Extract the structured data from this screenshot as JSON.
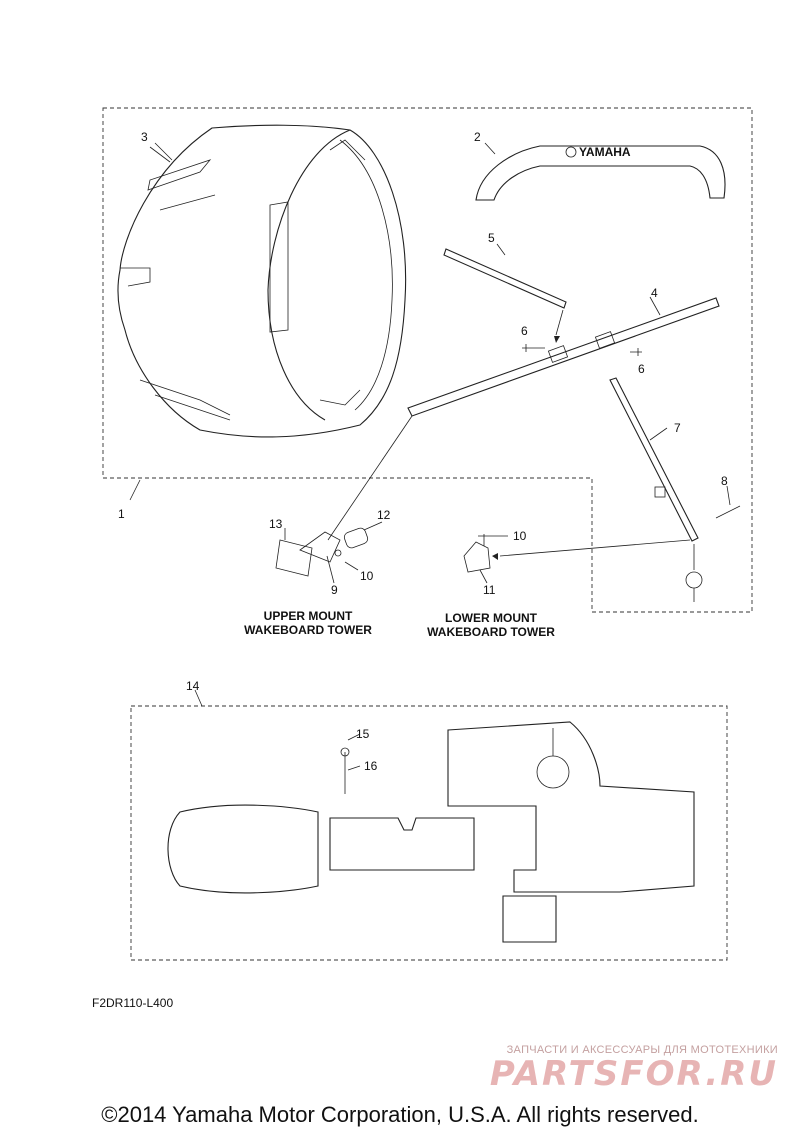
{
  "diagram": {
    "callouts": [
      "1",
      "2",
      "3",
      "4",
      "5",
      "6",
      "6",
      "7",
      "8",
      "9",
      "10",
      "10",
      "11",
      "12",
      "13",
      "14",
      "15",
      "16"
    ],
    "captions": {
      "upper_mount": [
        "UPPER  MOUNT",
        "WAKEBOARD TOWER"
      ],
      "lower_mount": [
        "LOWER  MOUNT",
        "WAKEBOARD TOWER"
      ]
    },
    "brand_on_part": "YAMAHA"
  },
  "figure_code": "F2DR110-L400",
  "watermark": {
    "subtitle": "ЗАПЧАСТИ И АКСЕССУАРЫ ДЛЯ МОТОТЕХНИКИ",
    "logo": "PARTSFOR.RU"
  },
  "copyright": "©2014 Yamaha Motor Corporation, U.S.A. All rights reserved."
}
